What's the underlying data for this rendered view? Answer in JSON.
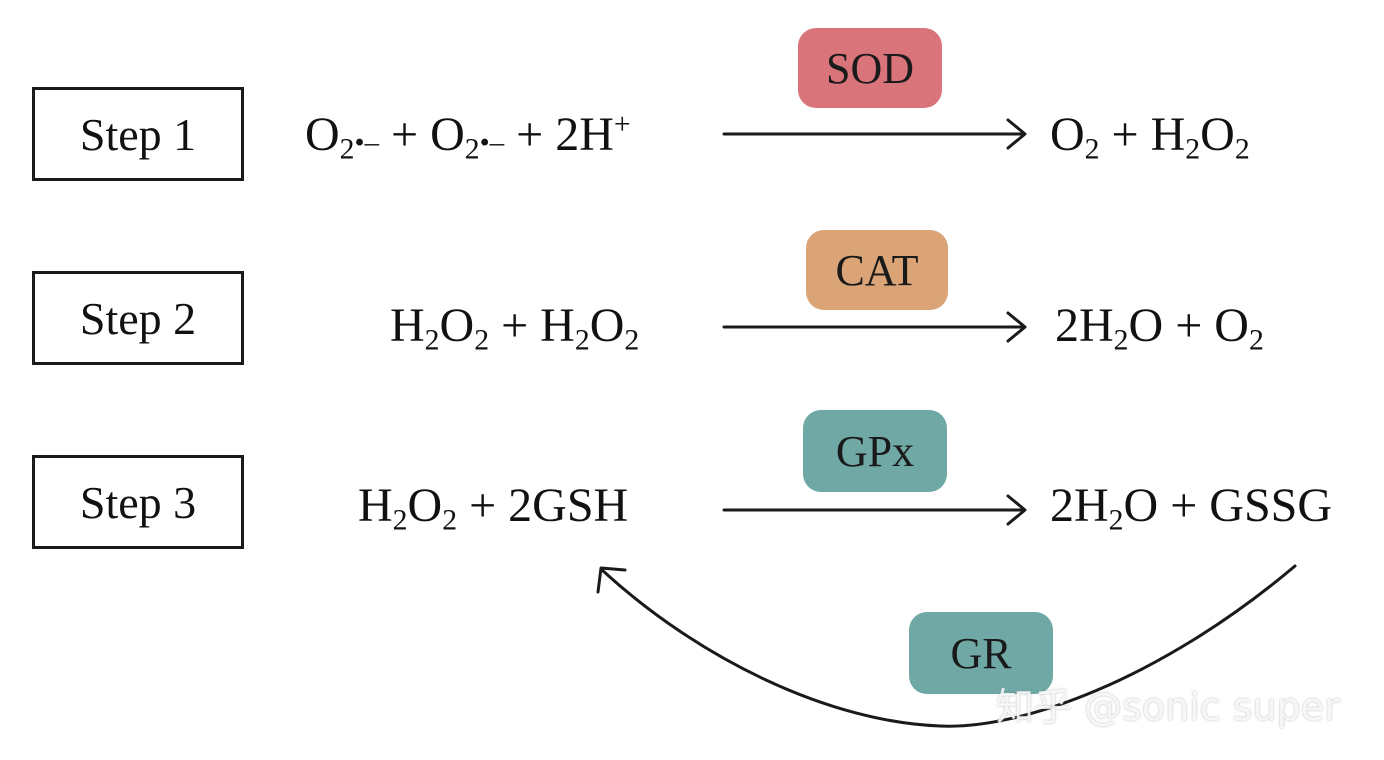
{
  "steps": [
    {
      "label": "Step 1"
    },
    {
      "label": "Step 2"
    },
    {
      "label": "Step 3"
    }
  ],
  "enzymes": {
    "sod": {
      "label": "SOD",
      "color": "#d9747a"
    },
    "cat": {
      "label": "CAT",
      "color": "#daa476"
    },
    "gpx": {
      "label": "GPx",
      "color": "#6fa8a5"
    },
    "gr": {
      "label": "GR",
      "color": "#6fa8a5"
    }
  },
  "reactions": {
    "r1": {
      "reactant_1": "O",
      "reactant_1_sub": "2",
      "reactant_1_rad": "•–",
      "plus_1": " + ",
      "reactant_2": "O",
      "reactant_2_sub": "2",
      "reactant_2_rad": "•–",
      "plus_2": " + ",
      "reactant_3": "2H",
      "reactant_3_sup": "+",
      "product_1": "O",
      "product_1_sub": "2",
      "plus_3": " + ",
      "product_2a": "H",
      "product_2a_sub": "2",
      "product_2b": "O",
      "product_2b_sub": "2"
    },
    "r2": {
      "reactant_1a": "H",
      "reactant_1a_sub": "2",
      "reactant_1b": "O",
      "reactant_1b_sub": "2",
      "plus_1": " + ",
      "reactant_2a": "H",
      "reactant_2a_sub": "2",
      "reactant_2b": "O",
      "reactant_2b_sub": "2",
      "product_1a": "2H",
      "product_1a_sub": "2",
      "product_1b": "O",
      "plus_2": " + ",
      "product_2": "O",
      "product_2_sub": "2"
    },
    "r3": {
      "reactant_1a": "H",
      "reactant_1a_sub": "2",
      "reactant_1b": "O",
      "reactant_1b_sub": "2",
      "plus_1": " + ",
      "reactant_2": "2GSH",
      "product_1a": "2H",
      "product_1a_sub": "2",
      "product_1b": "O",
      "plus_2": " + ",
      "product_2": "GSSG"
    }
  },
  "watermark": "知乎 @sonic super"
}
